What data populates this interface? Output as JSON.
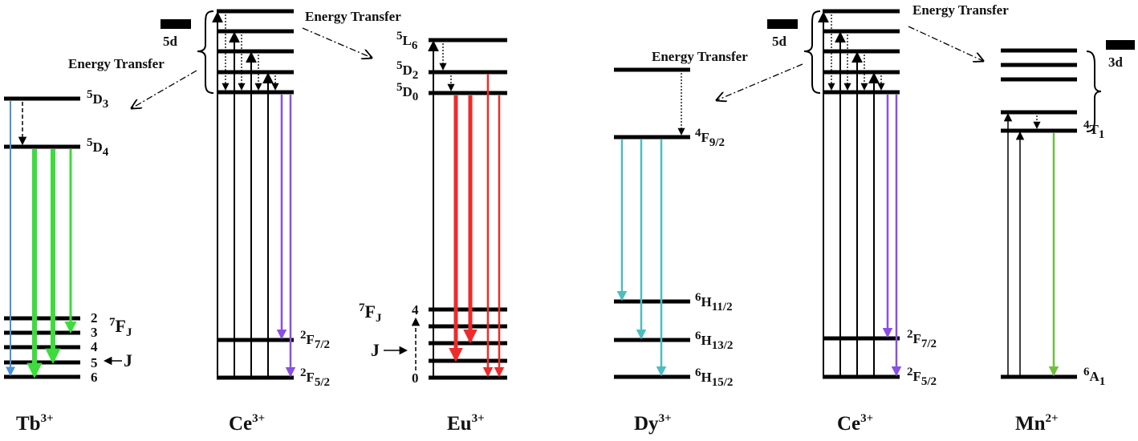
{
  "labels": {
    "tb_ion": "Tb",
    "tb_ion_sup": "3+",
    "ce1_ion": "Ce",
    "ce1_ion_sup": "3+",
    "eu_ion": "Eu",
    "eu_ion_sup": "3+",
    "dy_ion": "Dy",
    "dy_ion_sup": "3+",
    "ce2_ion": "Ce",
    "ce2_ion_sup": "3+",
    "mn_ion": "Mn",
    "mn_ion_sup": "2+",
    "five_d": "5d",
    "three_d": "3d",
    "energy_transfer": "Energy Transfer",
    "tb_5d3_sup": "5",
    "tb_5d3_main": "D",
    "tb_5d3_sub": "3",
    "tb_5d4_sup": "5",
    "tb_5d4_main": "D",
    "tb_5d4_sub": "4",
    "tb_7fj_sup": "7",
    "tb_7fj_main": "F",
    "tb_7fj_sub": "J",
    "tb_j": [
      "2",
      "3",
      "4",
      "5",
      "6"
    ],
    "j_letter": "J",
    "ce_2f72_sup": "2",
    "ce_2f72_main": "F",
    "ce_2f72_sub": "7/2",
    "ce_2f52_sup": "2",
    "ce_2f52_main": "F",
    "ce_2f52_sub": "5/2",
    "eu_5l6_sup": "5",
    "eu_5l6_main": "L",
    "eu_5l6_sub": "6",
    "eu_5d2_sup": "5",
    "eu_5d2_main": "D",
    "eu_5d2_sub": "2",
    "eu_5d0_sup": "5",
    "eu_5d0_main": "D",
    "eu_5d0_sub": "0",
    "eu_7fj_sup": "7",
    "eu_7fj_main": "F",
    "eu_7fj_sub": "J",
    "eu_top_num": "4",
    "eu_bottom_num": "0",
    "dy_4f92_sup": "4",
    "dy_4f92_main": "F",
    "dy_4f92_sub": "9/2",
    "dy_6h112_sup": "6",
    "dy_6h112_main": "H",
    "dy_6h112_sub": "11/2",
    "dy_6h132_sup": "6",
    "dy_6h132_main": "H",
    "dy_6h132_sub": "13/2",
    "dy_6h152_sup": "6",
    "dy_6h152_main": "H",
    "dy_6h152_sub": "15/2",
    "mn_4t1_sup": "4",
    "mn_4t1_main": "T",
    "mn_4t1_sub": "1",
    "mn_6a1_sup": "6",
    "mn_6a1_main": "A",
    "mn_6a1_sub": "1"
  },
  "colors": {
    "level": "#000000",
    "tb_blue": "#4a90d9",
    "tb_green": "#3ddc3d",
    "ce_violet": "#8a4fe6",
    "eu_red": "#ee2b2b",
    "dy_cyan": "#4dbdbf",
    "mn_green": "#6fbf3f"
  }
}
